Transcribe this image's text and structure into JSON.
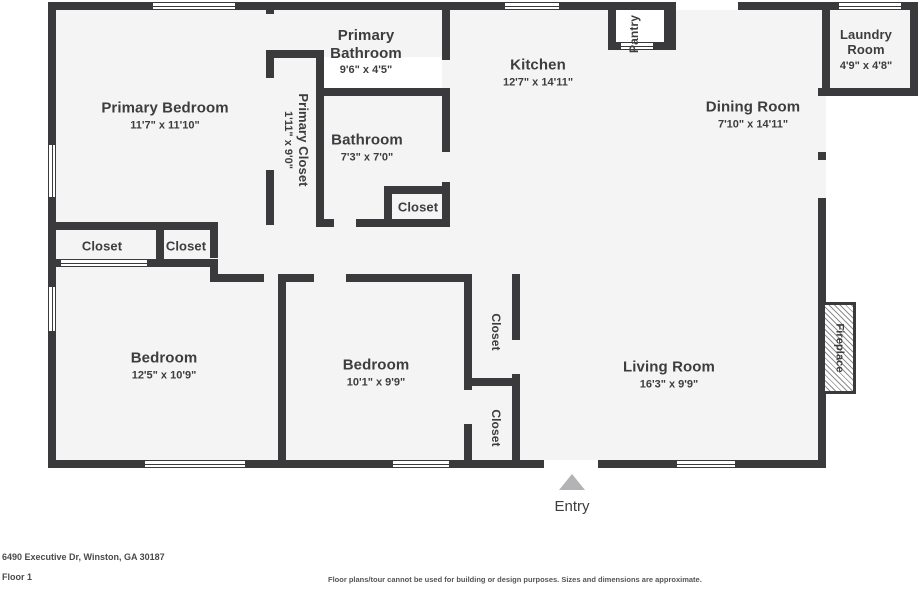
{
  "footer": {
    "address": "6490 Executive Dr, Winston, GA 30187",
    "floor": "Floor 1",
    "disclaimer": "Floor plans/tour cannot be used for building or design purposes. Sizes and dimensions are approximate."
  },
  "entry": {
    "label": "Entry",
    "icon": "up-triangle-marker"
  },
  "colors": {
    "wall": "#3a3a3c",
    "room_fill": "#f4f4f4",
    "page": "#ffffff",
    "text": "#3d3d3f",
    "entry_marker": "#b3b3b5"
  },
  "rooms": [
    {
      "id": "primary-bedroom",
      "name": "Primary Bedroom",
      "dimensions": "11'7\" x 11'10\""
    },
    {
      "id": "primary-closet",
      "name": "Primary Closet",
      "dimensions": "1'11\" x 9'0\""
    },
    {
      "id": "primary-bathroom",
      "name": "Primary Bathroom",
      "dimensions": "9'6\" x 4'5\""
    },
    {
      "id": "bathroom",
      "name": "Bathroom",
      "dimensions": "7'3\" x 7'0\""
    },
    {
      "id": "bathroom-closet",
      "name": "Closet",
      "dimensions": ""
    },
    {
      "id": "kitchen",
      "name": "Kitchen",
      "dimensions": "12'7\" x 14'11\""
    },
    {
      "id": "pantry",
      "name": "Pantry",
      "dimensions": ""
    },
    {
      "id": "dining-room",
      "name": "Dining Room",
      "dimensions": "7'10\" x 14'11\""
    },
    {
      "id": "laundry-room",
      "name": "Laundry Room",
      "dimensions": "4'9\" x 4'8\""
    },
    {
      "id": "hall-closet-1",
      "name": "Closet",
      "dimensions": ""
    },
    {
      "id": "hall-closet-2",
      "name": "Closet",
      "dimensions": ""
    },
    {
      "id": "bedroom-2",
      "name": "Bedroom",
      "dimensions": "12'5\" x 10'9\""
    },
    {
      "id": "bedroom-3",
      "name": "Bedroom",
      "dimensions": "10'1\" x 9'9\""
    },
    {
      "id": "bedroom3-closet-upper",
      "name": "Closet",
      "dimensions": ""
    },
    {
      "id": "bedroom3-closet-lower",
      "name": "Closet",
      "dimensions": ""
    },
    {
      "id": "living-room",
      "name": "Living Room",
      "dimensions": "16'3\" x 9'9\""
    },
    {
      "id": "fireplace",
      "name": "Fireplace",
      "dimensions": ""
    }
  ],
  "labels": {
    "primary_bedroom_name": "Primary Bedroom",
    "primary_bedroom_dim": "11'7\" x 11'10\"",
    "primary_closet_name": "Primary Closet",
    "primary_closet_dim": "1'11\" x 9'0\"",
    "primary_bathroom_name_1": "Primary",
    "primary_bathroom_name_2": "Bathroom",
    "primary_bathroom_dim": "9'6\" x 4'5\"",
    "bathroom_name": "Bathroom",
    "bathroom_dim": "7'3\" x 7'0\"",
    "bathroom_closet_name": "Closet",
    "kitchen_name": "Kitchen",
    "kitchen_dim": "12'7\" x 14'11\"",
    "pantry_name": "Pantry",
    "dining_name": "Dining Room",
    "dining_dim": "7'10\" x 14'11\"",
    "laundry_name_1": "Laundry",
    "laundry_name_2": "Room",
    "laundry_dim": "4'9\" x 4'8\"",
    "hall_closet_1_name": "Closet",
    "hall_closet_2_name": "Closet",
    "bedroom2_name": "Bedroom",
    "bedroom2_dim": "12'5\" x 10'9\"",
    "bedroom3_name": "Bedroom",
    "bedroom3_dim": "10'1\" x 9'9\"",
    "bedroom3_closet_upper_name": "Closet",
    "bedroom3_closet_lower_name": "Closet",
    "living_name": "Living Room",
    "living_dim": "16'3\" x 9'9\"",
    "fireplace_name": "Fireplace"
  }
}
